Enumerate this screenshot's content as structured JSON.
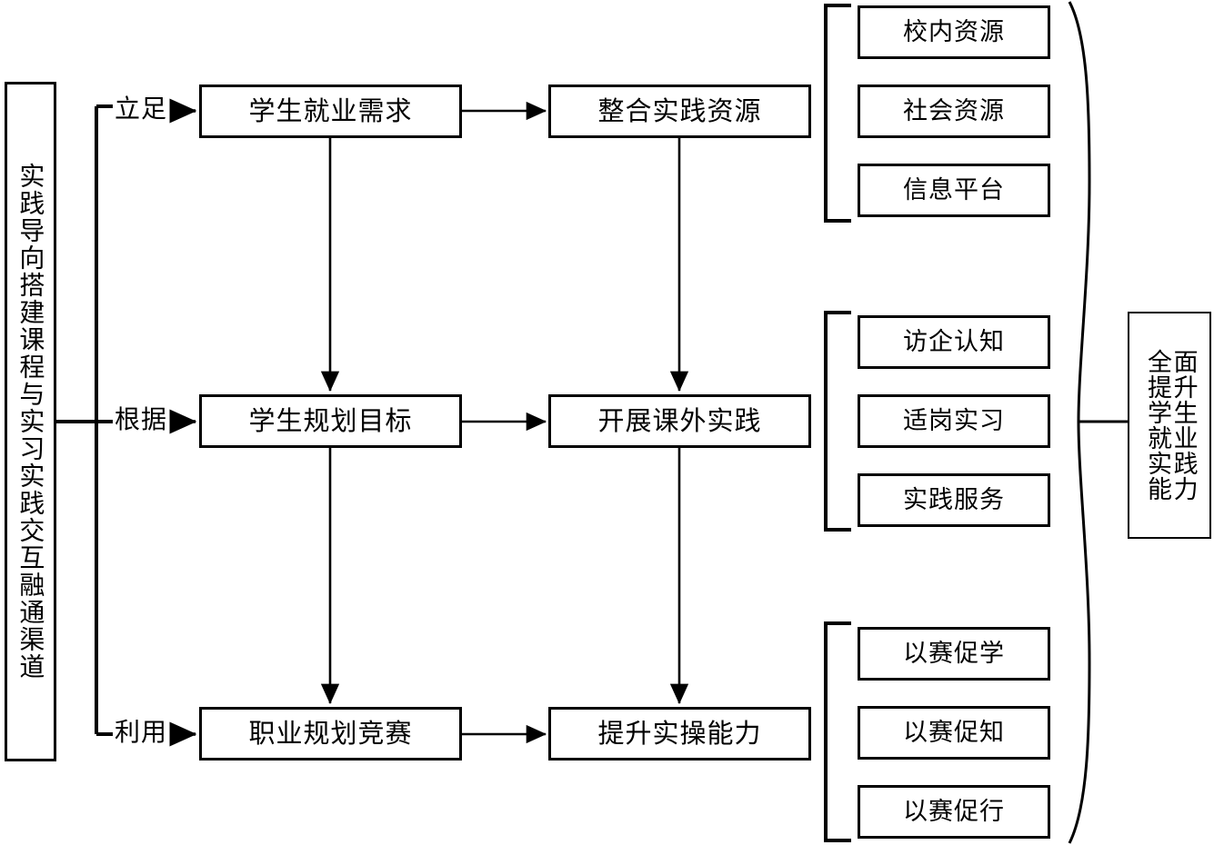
{
  "diagram": {
    "title": "实践导向搭建课程与实习实践交互融通渠道",
    "left_pillar": {
      "text": "实践导向搭建课程与实习实践交互融通渠道"
    },
    "connector_labels": [
      {
        "text": "立足"
      },
      {
        "text": "根据"
      },
      {
        "text": "利用"
      }
    ],
    "rows": [
      {
        "stage1": "学生就业需求",
        "stage2": "整合实践资源",
        "details": [
          "校内资源",
          "社会资源",
          "信息平台"
        ]
      },
      {
        "stage1": "学生规划目标",
        "stage2": "开展课外实践",
        "details": [
          "访企认知",
          "适岗实习",
          "实践服务"
        ]
      },
      {
        "stage1": "职业规划竞赛",
        "stage2": "提升实操能力",
        "details": [
          "以赛促学",
          "以赛促知",
          "以赛促行"
        ]
      }
    ],
    "outcome": {
      "column_right": "全面提升学生就业实践能力",
      "col_a": "面升生业践力",
      "col_b": "全提学就实能"
    },
    "colors": {
      "stroke": "#000000",
      "background": "#ffffff",
      "text": "#000000"
    }
  }
}
